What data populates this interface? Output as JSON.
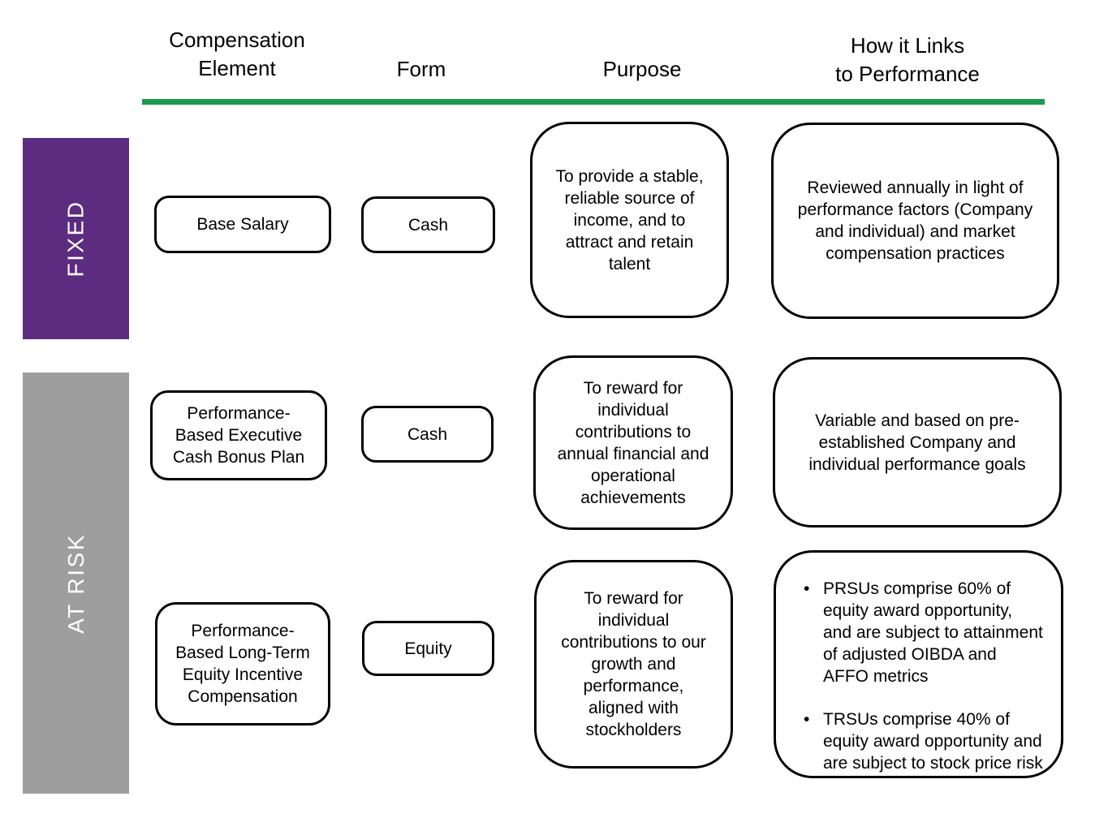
{
  "header": {
    "col1_line1": "Compensation",
    "col1_line2": "Element",
    "col2": "Form",
    "col3": "Purpose",
    "col4_line1": "How it Links",
    "col4_line2": "to Performance"
  },
  "categories": {
    "fixed": {
      "label": "FIXED"
    },
    "at_risk": {
      "label": "AT RISK"
    }
  },
  "rows": [
    {
      "element": "Base Salary",
      "form": "Cash",
      "purpose": "To provide a stable, reliable source of income, and to attract and retain talent",
      "link": "Reviewed annually in light of performance factors (Company and individual) and market compensation practices"
    },
    {
      "element": "Performance-Based Executive Cash Bonus Plan",
      "form": "Cash",
      "purpose": "To reward for individual contributions to annual financial and operational achievements",
      "link": "Variable and based on pre-established Company and individual performance goals"
    },
    {
      "element": "Performance-Based Long-Term Equity Incentive Compensation",
      "form": "Equity",
      "purpose": "To reward for individual contributions to our growth and performance, aligned with stockholders",
      "link_bullets": [
        "PRSUs comprise 60% of equity award opportunity, and are subject to attainment of adjusted OIBDA and AFFO metrics",
        "TRSUs comprise 40% of equity award opportunity and are subject to stock price risk"
      ]
    }
  ],
  "colors": {
    "fixed_purple": "#5C2C80",
    "at_risk_gray": "#9E9E9E",
    "accent_green": "#189C4E"
  }
}
